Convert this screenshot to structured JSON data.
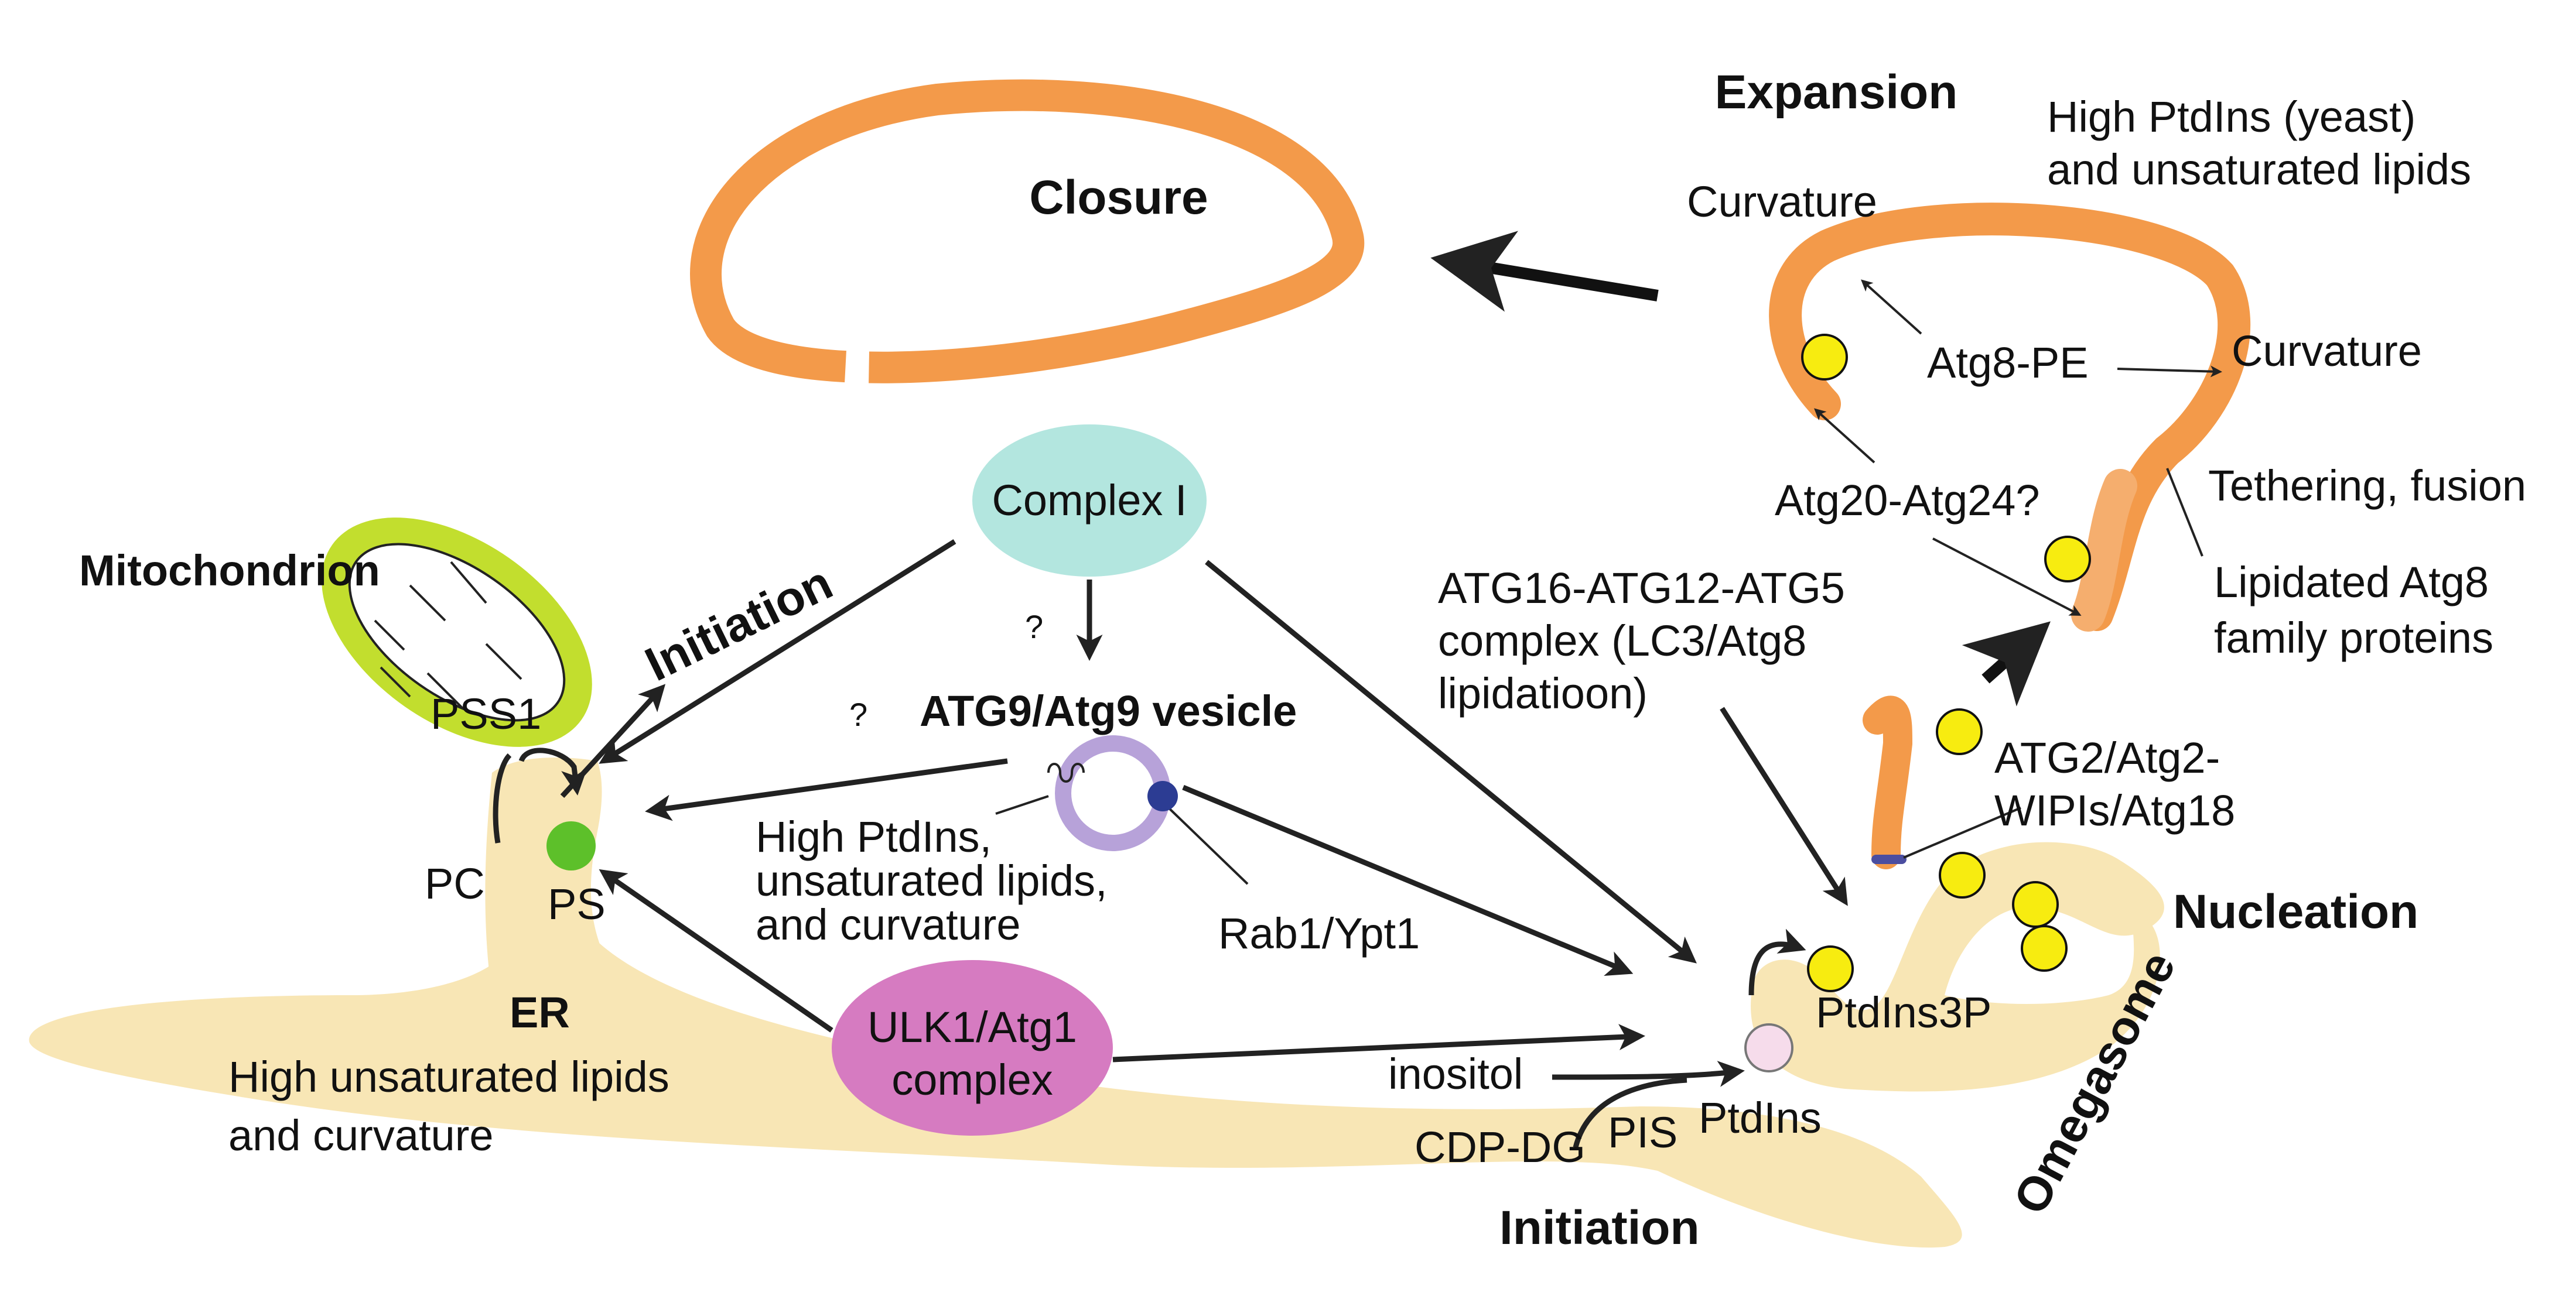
{
  "labels": {
    "closure": "Closure",
    "expansion": "Expansion",
    "high_ptdins_line1": "High PtdIns (yeast)",
    "high_ptdins_line2": "and unsaturated lipids",
    "curvature_top": "Curvature",
    "curvature_right": "Curvature",
    "atg8_pe": "Atg8-PE",
    "atg20_atg24": "Atg20-Atg24?",
    "tethering": "Tethering, fusion",
    "lipidated_line1": "Lipidated Atg8",
    "lipidated_line2": "family proteins",
    "atg16_line1": "ATG16-ATG12-ATG5",
    "atg16_line2": "complex (LC3/Atg8",
    "atg16_line3": "lipidatioon)",
    "atg2_line1": "ATG2/Atg2-",
    "atg2_line2": "WIPIs/Atg18",
    "nucleation": "Nucleation",
    "omegasome": "Omegasome",
    "ptdins3p": "PtdIns3P",
    "ptdins": "PtdIns",
    "inositol": "inositol",
    "cdp_dg": "CDP-DG",
    "pis": "PIS",
    "initiation_bottom": "Initiation",
    "complex1": "Complex I",
    "atg9_vesicle": "ATG9/Atg9 vesicle",
    "question1": "?",
    "question2": "?",
    "vesicle_desc_line1": "High PtdIns,",
    "vesicle_desc_line2": "unsaturated lipids,",
    "vesicle_desc_line3": "and curvature",
    "rab1": "Rab1/Ypt1",
    "ulk1_line1": "ULK1/Atg1",
    "ulk1_line2": "complex",
    "mitochondrion": "Mitochondrion",
    "initiation_left": "Initiation",
    "pss1": "PSS1",
    "pc": "PC",
    "ps": "PS",
    "er": "ER",
    "er_desc_line1": "High unsaturated lipids",
    "er_desc_line2": "and curvature"
  },
  "colors": {
    "membrane_orange": "#F39A4A",
    "membrane_light_orange": "#F5AE6E",
    "er_fill": "#F8E6B5",
    "mito_green": "#C2DE2E",
    "ptdins3p_yellow": "#F7EC10",
    "ps_green": "#5DC02A",
    "ptdins_pink": "#F6DCEB",
    "complex1_teal": "#B3E6DF",
    "ulk1_magenta": "#D67BC1",
    "vesicle_lavender": "#B7A2D9",
    "rab1_blue": "#2C3C93"
  }
}
